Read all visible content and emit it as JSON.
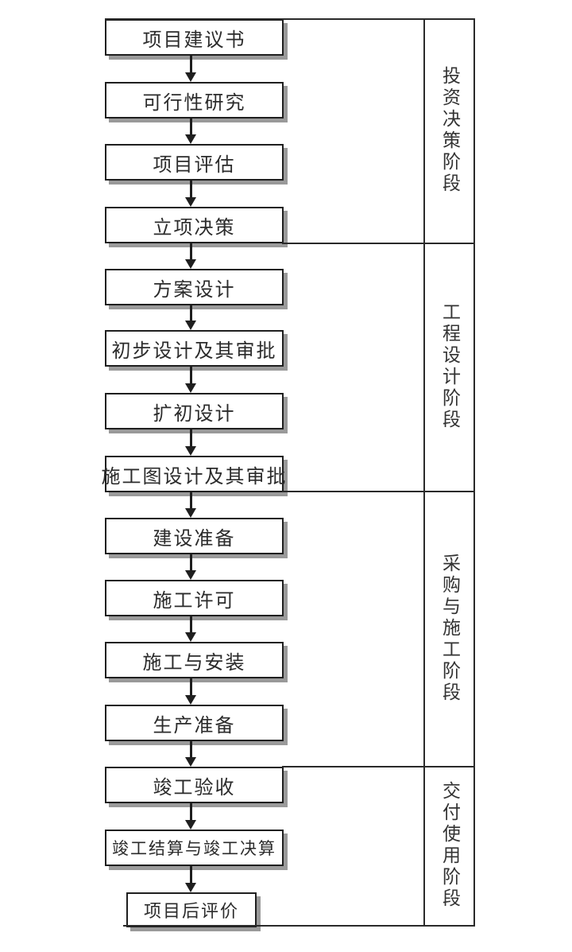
{
  "diagram": {
    "title_implicit": "工程项目建设程序流程图",
    "type": "flowchart",
    "colors": {
      "background": "#ffffff",
      "box_fill": "#ffffff",
      "box_border": "#1f1f1f",
      "box_shadow": "#9a9a9a",
      "line": "#2a2a2a",
      "text": "#2b2b2b"
    }
  },
  "flowchart": {
    "phases": [
      {
        "label": "投资决策阶段",
        "steps": [
          "项目建议书",
          "可行性研究",
          "项目评估",
          "立项决策"
        ]
      },
      {
        "label": "工程设计阶段",
        "steps": [
          "方案设计",
          "初步设计及其审批",
          "扩初设计",
          "施工图设计及其审批"
        ]
      },
      {
        "label": "采购与施工阶段",
        "steps": [
          "建设准备",
          "施工许可",
          "施工与安装",
          "生产准备"
        ]
      },
      {
        "label": "交付使用阶段",
        "steps": [
          "竣工验收",
          "竣工结算与竣工决算",
          "项目后评价"
        ]
      }
    ]
  }
}
